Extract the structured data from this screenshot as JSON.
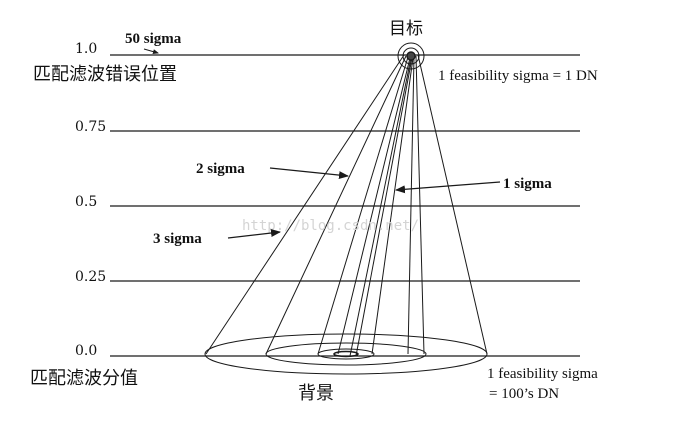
{
  "labels": {
    "target": "目标",
    "background": "背景",
    "match_error_position": "匹配滤波错误位置",
    "match_filter_value": "匹配滤波分值",
    "fifty_sigma": "50 sigma",
    "two_sigma": "2 sigma",
    "three_sigma": "3 sigma",
    "one_sigma": "1 sigma",
    "feasibility_top": "1 feasibility sigma = 1 DN",
    "feasibility_bottom_line1": "1 feasibility sigma",
    "feasibility_bottom_line2": "= 100’s DN",
    "watermark": "http://blog.csdn.net/"
  },
  "levels": [
    "1.0",
    "0.75",
    "0.5",
    "0.25",
    "0.0"
  ],
  "colors": {
    "line": "#1a1a1a",
    "text": "#111111"
  }
}
